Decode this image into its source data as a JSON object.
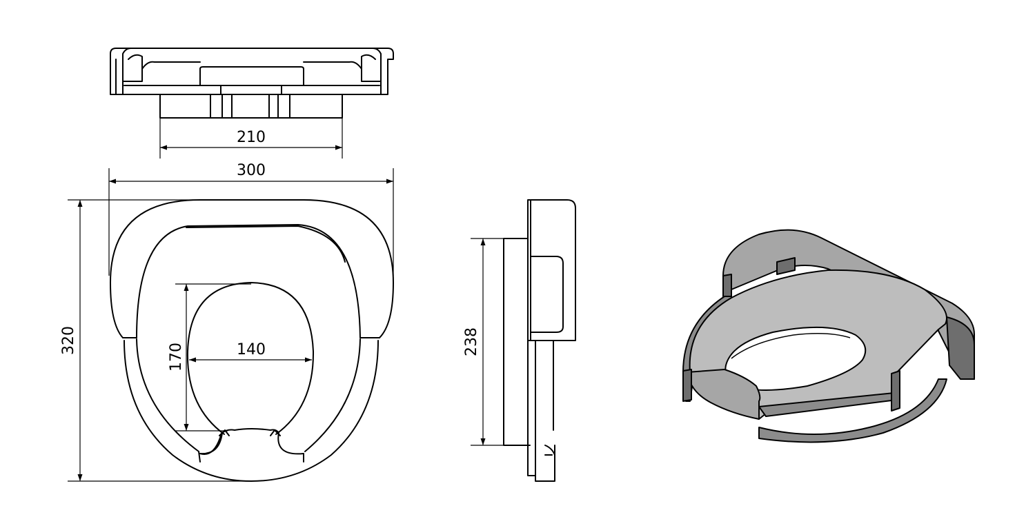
{
  "dimensions": {
    "top_view_base_width": "210",
    "overall_width": "300",
    "overall_length": "320",
    "opening_length": "170",
    "opening_width": "140",
    "side_height": "238"
  }
}
